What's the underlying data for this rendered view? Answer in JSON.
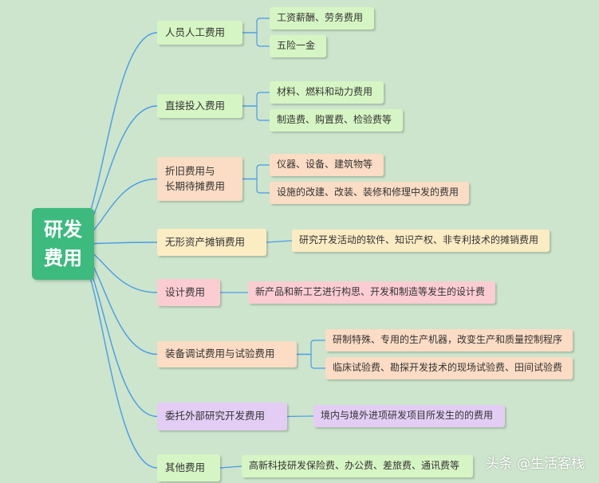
{
  "root": {
    "label": "研发\n费用",
    "color": "#3dba7e"
  },
  "branches": [
    {
      "label": "人员人工费用",
      "color": "#d6f5c4",
      "leaves": [
        {
          "label": "工资薪酬、劳务费用"
        },
        {
          "label": "五险一金"
        }
      ]
    },
    {
      "label": "直接投入费用",
      "color": "#d6f5c4",
      "leaves": [
        {
          "label": "材料、燃料和动力费用"
        },
        {
          "label": "制造费、购置费、检验费等"
        }
      ]
    },
    {
      "label": "折旧费用与\n长期待摊费用",
      "color": "#fbdcc4",
      "leaves": [
        {
          "label": "仪器、设备、建筑物等"
        },
        {
          "label": "设施的改建、改装、装修和修理中发的费用"
        }
      ]
    },
    {
      "label": "无形资产摊销费用",
      "color": "#fcecc4",
      "leaves": [
        {
          "label": "研究开发活动的软件、知识产权、非专利技术的摊销费用"
        }
      ]
    },
    {
      "label": "设计费用",
      "color": "#fbcdd3",
      "leaves": [
        {
          "label": "新产品和新工艺进行构思、开发和制造等发生的设计费"
        }
      ]
    },
    {
      "label": "装备调试费用与试验费用",
      "color": "#fcdcc4",
      "leaves": [
        {
          "label": "研制特殊、专用的生产机器，改变生产和质量控制程序"
        },
        {
          "label": "临床试验费、勘探开发技术的现场试验费、田间试验费"
        }
      ]
    },
    {
      "label": "委托外部研究开发费用",
      "color": "#e3cdf4",
      "leaves": [
        {
          "label": "境内与境外进项研发项目所发生的的费用"
        }
      ]
    },
    {
      "label": "其他费用",
      "color": "#d6f5c4",
      "leaves": [
        {
          "label": "高新科技研发保险费、办公费、差旅费、通讯费等"
        }
      ]
    }
  ],
  "line_color": "#4a9be8",
  "watermark": "头条 @生活客栈"
}
